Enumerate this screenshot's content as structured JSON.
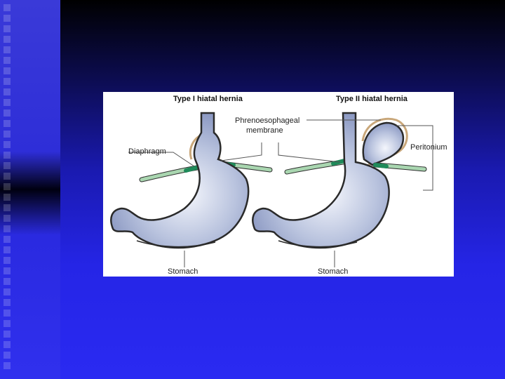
{
  "slide": {
    "diagram": {
      "left_panel": {
        "title": "Type I hiatal hernia",
        "labels": {
          "diaphragm": "Diaphragm",
          "stomach": "Stomach"
        }
      },
      "right_panel": {
        "title": "Type II hiatal hernia",
        "labels": {
          "membrane_line1": "Phrenoesophageal",
          "membrane_line2": "membrane",
          "peritonium": "Peritonium",
          "stomach": "Stomach"
        }
      }
    }
  }
}
